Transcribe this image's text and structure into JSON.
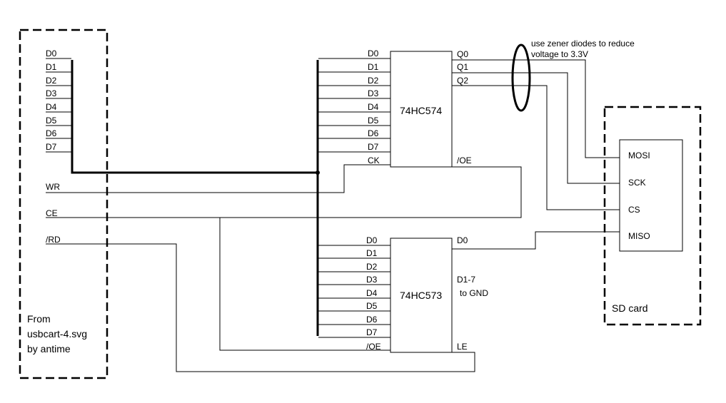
{
  "left_box": {
    "pins": [
      "D0",
      "D1",
      "D2",
      "D3",
      "D4",
      "D5",
      "D6",
      "D7"
    ],
    "signals": [
      "WR",
      "CE",
      "/RD"
    ],
    "caption": [
      "From",
      "usbcart-4.svg",
      "by antime"
    ]
  },
  "latch_574": {
    "name": "74HC574",
    "inputs": [
      "D0",
      "D1",
      "D2",
      "D3",
      "D4",
      "D5",
      "D6",
      "D7",
      "CK"
    ],
    "outputs": [
      "Q0",
      "Q1",
      "Q2",
      "/OE"
    ]
  },
  "latch_573": {
    "name": "74HC573",
    "inputs": [
      "D0",
      "D1",
      "D2",
      "D3",
      "D4",
      "D5",
      "D6",
      "D7",
      "/OE"
    ],
    "outputs": [
      "D0",
      "D1-7",
      "to GND",
      "LE"
    ]
  },
  "note": [
    "use zener diodes to reduce",
    "voltage to 3.3V"
  ],
  "sd_card": {
    "pins": [
      "MOSI",
      "SCK",
      "CS",
      "MISO"
    ],
    "caption": "SD card"
  }
}
